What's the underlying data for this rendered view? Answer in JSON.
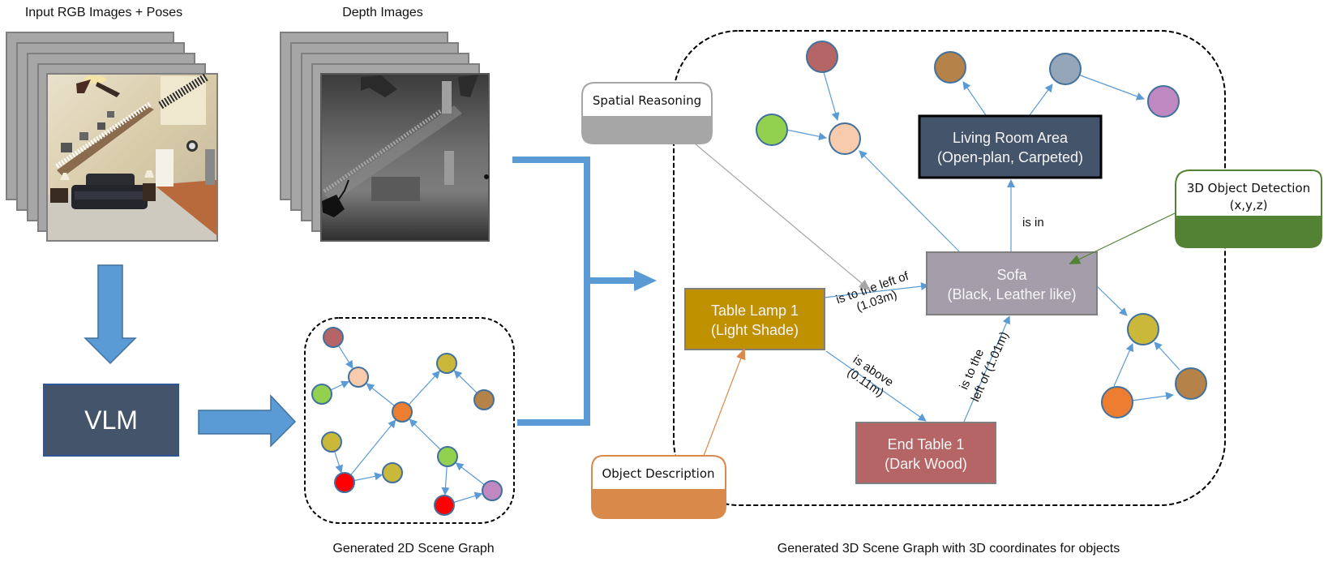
{
  "captions": {
    "rgb": "Input RGB Images + Poses",
    "depth": "Depth Images",
    "graph2d": "Generated 2D Scene Graph",
    "graph3d": "Generated 3D Scene Graph with 3D coordinates for objects"
  },
  "vlm": {
    "label": "VLM",
    "color": "#44546a"
  },
  "colors": {
    "flow_arrow": "#5b9bd5",
    "edge": "#5b9bd5",
    "node_stroke": "#41719c",
    "dashed": "#000000"
  },
  "graph2d": {
    "nodes": [
      {
        "id": "a",
        "color": "#b56565"
      },
      {
        "id": "b",
        "color": "#f8cbad"
      },
      {
        "id": "c",
        "color": "#92d050"
      },
      {
        "id": "d",
        "color": "#ed7d31"
      },
      {
        "id": "e",
        "color": "#c9b83a"
      },
      {
        "id": "f",
        "color": "#b5834a"
      },
      {
        "id": "g",
        "color": "#c9b83a"
      },
      {
        "id": "h",
        "color": "#ff0000"
      },
      {
        "id": "i",
        "color": "#c9b83a"
      },
      {
        "id": "j",
        "color": "#92d050"
      },
      {
        "id": "k",
        "color": "#ff0000"
      },
      {
        "id": "l",
        "color": "#c088c0"
      }
    ],
    "edges": [
      [
        "a",
        "b"
      ],
      [
        "c",
        "b"
      ],
      [
        "d",
        "b"
      ],
      [
        "d",
        "e"
      ],
      [
        "f",
        "e"
      ],
      [
        "g",
        "h"
      ],
      [
        "h",
        "d"
      ],
      [
        "h",
        "i"
      ],
      [
        "j",
        "d"
      ],
      [
        "j",
        "k"
      ],
      [
        "k",
        "l"
      ],
      [
        "l",
        "j"
      ]
    ]
  },
  "graph3d": {
    "boxes": {
      "living_room": {
        "line1": "Living Room Area",
        "line2": "(Open-plan, Carpeted)",
        "color": "#44546a"
      },
      "sofa": {
        "line1": "Sofa",
        "line2": "(Black, Leather like)",
        "color": "#a39ea9"
      },
      "lamp": {
        "line1": "Table Lamp 1",
        "line2": "(Light Shade)",
        "color": "#bf9000"
      },
      "end_table": {
        "line1": "End Table 1",
        "line2": "(Dark Wood)",
        "color": "#b56565"
      }
    },
    "edge_labels": {
      "is_in": "is in",
      "lamp_sofa_1": "is to the left of",
      "lamp_sofa_2": "(1.03m)",
      "lamp_table_1": "is above",
      "lamp_table_2": "(0.11m)",
      "table_sofa_1": "is to the",
      "table_sofa_2": "left of (1.01m)"
    },
    "nodes": [
      {
        "id": "n1",
        "color": "#b56565"
      },
      {
        "id": "n2",
        "color": "#92d050"
      },
      {
        "id": "n3",
        "color": "#f8cbad"
      },
      {
        "id": "n4",
        "color": "#b5834a"
      },
      {
        "id": "n5",
        "color": "#94a6b8"
      },
      {
        "id": "n6",
        "color": "#c088c0"
      },
      {
        "id": "n7",
        "color": "#c9b83a"
      },
      {
        "id": "n8",
        "color": "#ed7d31"
      },
      {
        "id": "n9",
        "color": "#b5834a"
      }
    ]
  },
  "callouts": {
    "spatial": {
      "label": "Spatial Reasoning",
      "color": "#a6a6a6"
    },
    "detection": {
      "line1": "3D Object Detection",
      "line2": "(x,y,z)",
      "color": "#548235"
    },
    "description": {
      "label": "Object Description",
      "color": "#d9894a"
    }
  }
}
